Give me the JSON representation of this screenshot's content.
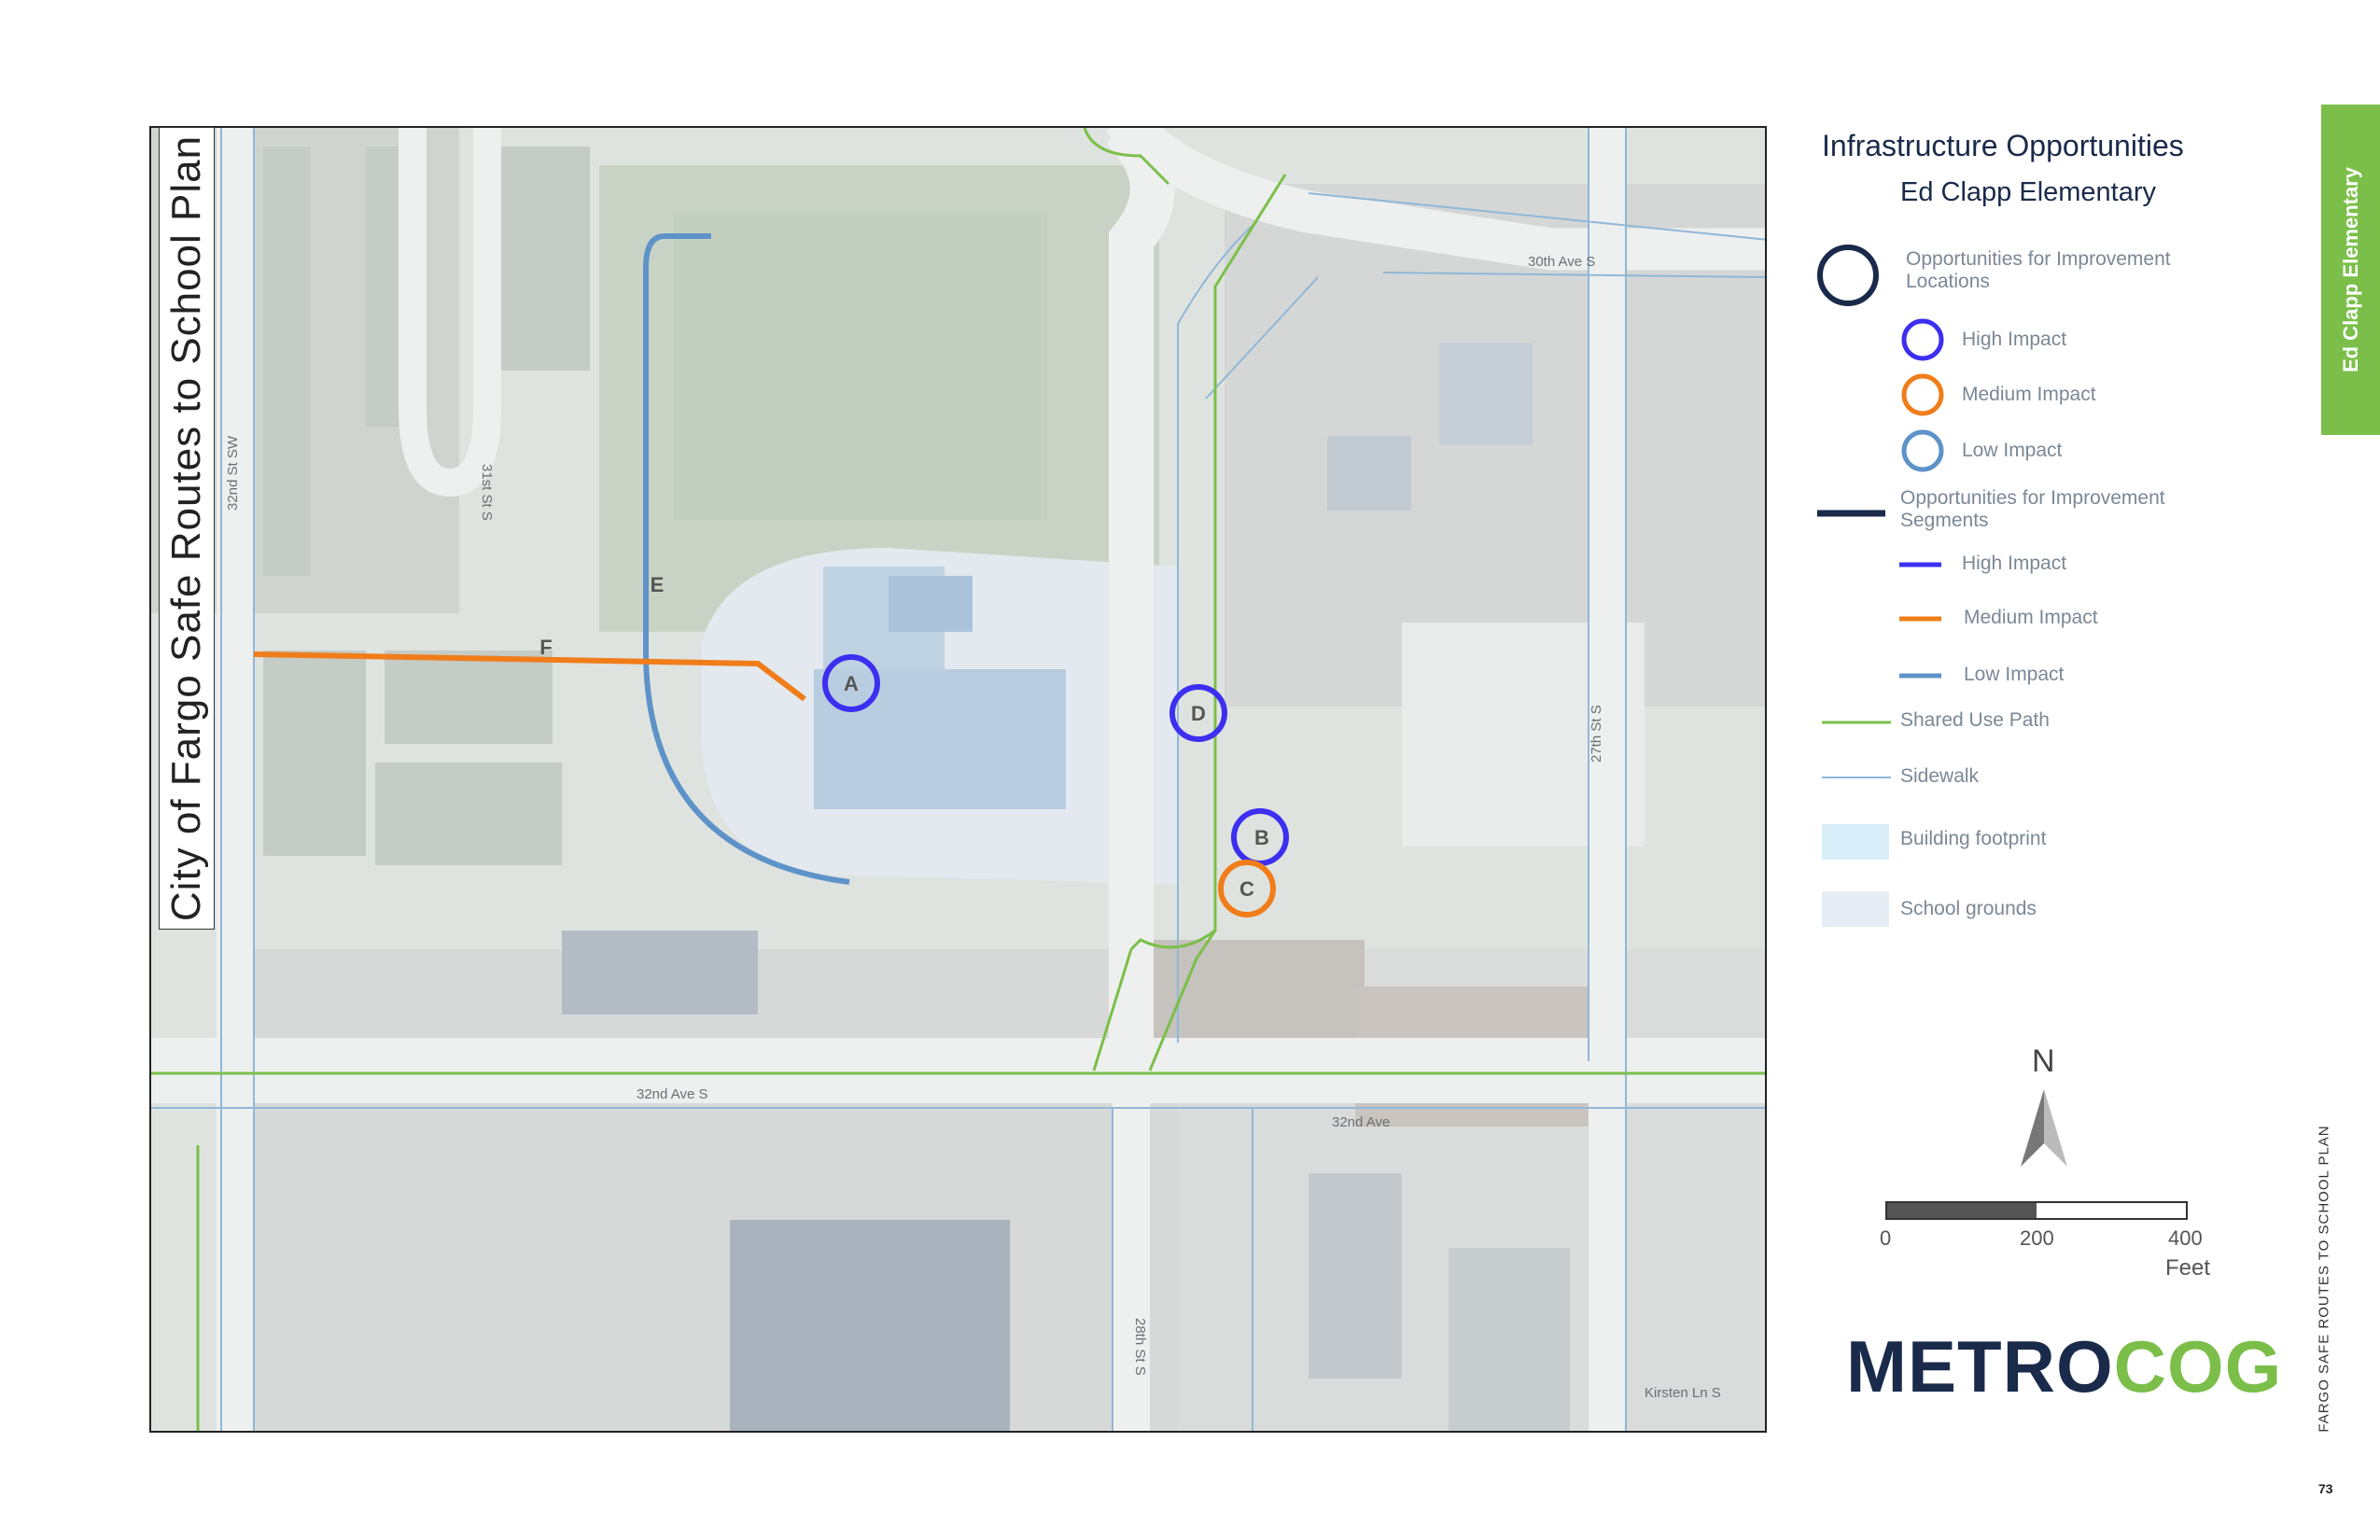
{
  "document": {
    "vertical_title": "City of Fargo Safe Routes to School Plan",
    "side_tab": "Ed Clapp Elementary",
    "footer_vertical": "FARGO SAFE ROUTES TO SCHOOL PLAN",
    "page_number": "73"
  },
  "legend": {
    "title": "Infrastructure Opportunities",
    "subtitle": "Ed Clapp Elementary",
    "locations_label": "Opportunities for Improvement Locations",
    "segments_label": "Opportunities for Improvement Segments",
    "high": "High Impact",
    "medium": "Medium Impact",
    "low": "Low Impact",
    "shared_use_path": "Shared Use Path",
    "sidewalk": "Sidewalk",
    "building_footprint": "Building footprint",
    "school_grounds": "School grounds"
  },
  "scale_bar": {
    "labels": [
      "0",
      "200",
      "400"
    ],
    "unit": "Feet"
  },
  "north_arrow": {
    "label": "N",
    "icon": "north-arrow-icon"
  },
  "logo": {
    "part1": "METRO",
    "part2": "COG"
  },
  "map": {
    "streets": {
      "ave30": "30th Ave S",
      "st31": "31st St S",
      "st32sw": "32nd St SW",
      "st27": "27th St S",
      "ave32s": "32nd Ave S",
      "ave32": "32nd Ave",
      "st28": "28th St S",
      "kirsten": "Kirsten Ln S"
    },
    "points": [
      {
        "id": "A",
        "impact": "High Impact"
      },
      {
        "id": "B",
        "impact": "High Impact"
      },
      {
        "id": "C",
        "impact": "Medium Impact"
      },
      {
        "id": "D",
        "impact": "High Impact"
      }
    ],
    "segments": [
      {
        "id": "E",
        "impact": "Low Impact"
      },
      {
        "id": "F",
        "impact": "Medium Impact"
      }
    ]
  },
  "colors": {
    "high": "#3c2ff0",
    "medium": "#f07d1a",
    "low": "#5e93c9",
    "shared_use_path": "#7bbf4a",
    "sidewalk": "#8fb7d8",
    "navy": "#1a2a4a",
    "brand_green": "#7bbf4a"
  }
}
